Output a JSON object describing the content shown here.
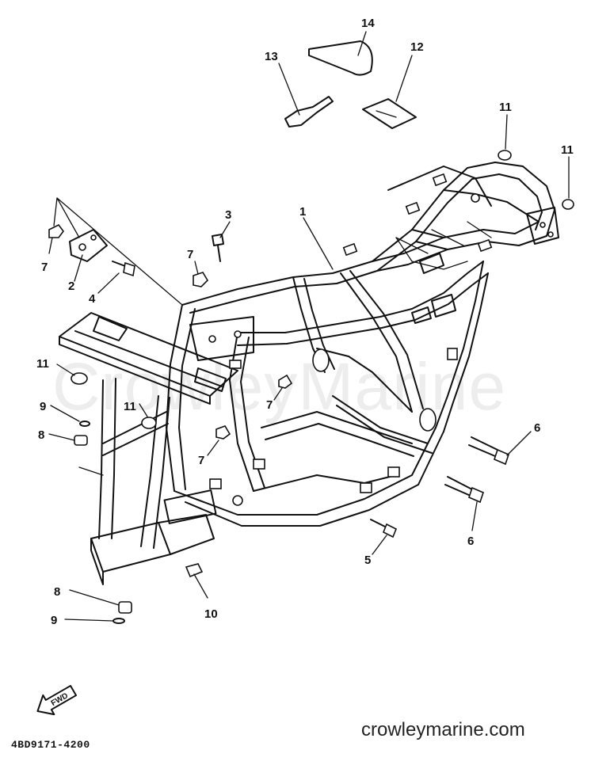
{
  "document": {
    "diagram_code": "4BD9171-4200",
    "brand": "crowleymarine.com",
    "watermark": "CrowleyMarine",
    "direction_marker": "FWD"
  },
  "callouts": [
    {
      "id": "c1",
      "label": "1"
    },
    {
      "id": "c2",
      "label": "2"
    },
    {
      "id": "c3",
      "label": "3"
    },
    {
      "id": "c4",
      "label": "4"
    },
    {
      "id": "c5",
      "label": "5"
    },
    {
      "id": "c6a",
      "label": "6"
    },
    {
      "id": "c6b",
      "label": "6"
    },
    {
      "id": "c7a",
      "label": "7"
    },
    {
      "id": "c7b",
      "label": "7"
    },
    {
      "id": "c7c",
      "label": "7"
    },
    {
      "id": "c7d",
      "label": "7"
    },
    {
      "id": "c8a",
      "label": "8"
    },
    {
      "id": "c8b",
      "label": "8"
    },
    {
      "id": "c9a",
      "label": "9"
    },
    {
      "id": "c9b",
      "label": "9"
    },
    {
      "id": "c10",
      "label": "10"
    },
    {
      "id": "c11a",
      "label": "11"
    },
    {
      "id": "c11b",
      "label": "11"
    },
    {
      "id": "c11c",
      "label": "11"
    },
    {
      "id": "c11d",
      "label": "11"
    },
    {
      "id": "c12",
      "label": "12"
    },
    {
      "id": "c13",
      "label": "13"
    },
    {
      "id": "c14",
      "label": "14"
    }
  ]
}
